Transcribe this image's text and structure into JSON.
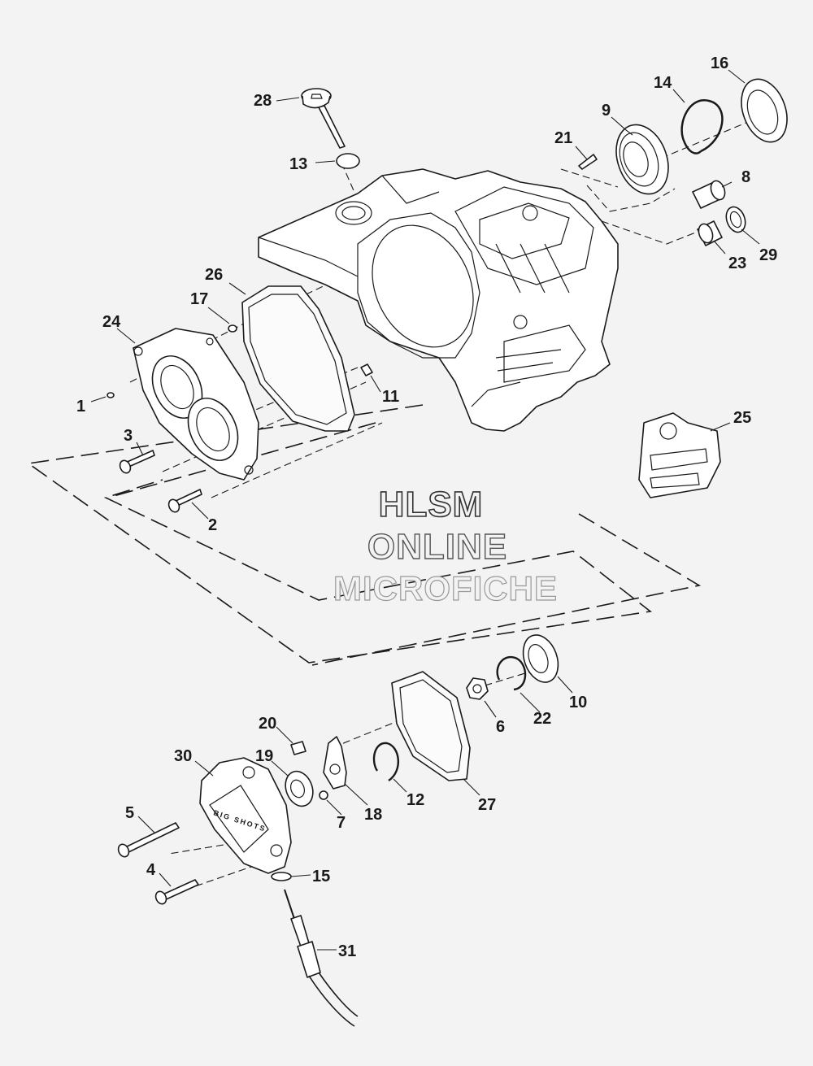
{
  "watermark": {
    "line1": "HLSM",
    "line2": "ONLINE",
    "line3": "MICROFICHE"
  },
  "cover_text": "BIG SHOTS",
  "callouts": [
    {
      "id": "1",
      "text": "1"
    },
    {
      "id": "2",
      "text": "2"
    },
    {
      "id": "3",
      "text": "3"
    },
    {
      "id": "4",
      "text": "4"
    },
    {
      "id": "5",
      "text": "5"
    },
    {
      "id": "6",
      "text": "6"
    },
    {
      "id": "7",
      "text": "7"
    },
    {
      "id": "8",
      "text": "8"
    },
    {
      "id": "9",
      "text": "9"
    },
    {
      "id": "10",
      "text": "10"
    },
    {
      "id": "11",
      "text": "11"
    },
    {
      "id": "12",
      "text": "12"
    },
    {
      "id": "13",
      "text": "13"
    },
    {
      "id": "14",
      "text": "14"
    },
    {
      "id": "15",
      "text": "15"
    },
    {
      "id": "16",
      "text": "16"
    },
    {
      "id": "17",
      "text": "17"
    },
    {
      "id": "18",
      "text": "18"
    },
    {
      "id": "19",
      "text": "19"
    },
    {
      "id": "20",
      "text": "20"
    },
    {
      "id": "21",
      "text": "21"
    },
    {
      "id": "22",
      "text": "22"
    },
    {
      "id": "23",
      "text": "23"
    },
    {
      "id": "24",
      "text": "24"
    },
    {
      "id": "25",
      "text": "25"
    },
    {
      "id": "26",
      "text": "26"
    },
    {
      "id": "27",
      "text": "27"
    },
    {
      "id": "28",
      "text": "28"
    },
    {
      "id": "29",
      "text": "29"
    },
    {
      "id": "30",
      "text": "30"
    },
    {
      "id": "31",
      "text": "31"
    }
  ]
}
